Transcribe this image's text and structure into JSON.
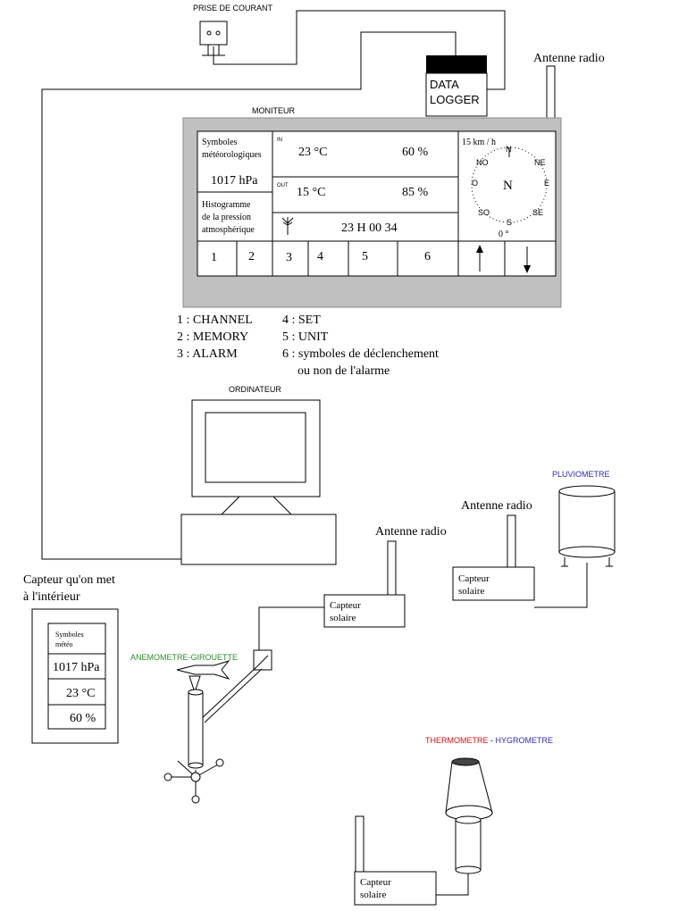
{
  "colors": {
    "background": "#ffffff",
    "line": "#000000",
    "monitor_gray": "#c0c0c0",
    "logger_black": "#000000",
    "label_green": "#2e8b2e",
    "label_blue": "#2b2bb0",
    "label_red": "#d01010"
  },
  "labels": {
    "power_outlet": "PRISE DE COURANT",
    "data_logger_line1": "DATA",
    "data_logger_line2": "LOGGER",
    "antenna_top": "Antenne radio",
    "monitor": "MONITEUR",
    "computer": "ORDINATEUR",
    "antenna_anemometer": "Antenne radio",
    "antenna_rain": "Antenne radio",
    "rain_gauge": "PLUVIOMETRE",
    "anemometer": "ANEMOMETRE-GIROUETTE",
    "thermo_part1": "THERMOMETRE",
    "thermo_sep": " - ",
    "thermo_part2": "HYGROMETRE",
    "indoor_sensor_line1": "Capteur qu'on met",
    "indoor_sensor_line2": "à l'intérieur",
    "solar_sensor_line1": "Capteur",
    "solar_sensor_line2": "solaire"
  },
  "monitor_screen": {
    "symbols_line1": "Symboles",
    "symbols_line2": "météorologiques",
    "pressure": "1017 hPa",
    "histogram_line1": "Histogramme",
    "histogram_line2": "de la pression",
    "histogram_line3": "atmosphérique",
    "in_tag": "IN",
    "in_temp": "23 °C",
    "in_humidity": "60 %",
    "out_tag": "OUT",
    "out_temp": "15 °C",
    "out_humidity": "85 %",
    "time": "23 H 00 34",
    "wind_speed": "15 km / h",
    "compass_center": "N",
    "compass_n": "N",
    "compass_ne": "NE",
    "compass_e": "E",
    "compass_se": "SE",
    "compass_s": "S",
    "compass_so": "SO",
    "compass_o": "O",
    "compass_no": "NO",
    "wind_degrees": "0 °",
    "buttons": [
      "1",
      "2",
      "3",
      "4",
      "5",
      "6"
    ]
  },
  "legend": {
    "item1": "1 : CHANNEL",
    "item2": "2 : MEMORY",
    "item3": "3 : ALARM",
    "item4": "4 : SET",
    "item5": "5 : UNIT",
    "item6_line1": "6 : symboles de déclenchement",
    "item6_line2": "ou non de l'alarme"
  },
  "indoor_display": {
    "symbols_line1": "Symboles",
    "symbols_line2": "météo",
    "pressure": "1017 hPa",
    "temp": "23 °C",
    "humidity": "60 %"
  }
}
